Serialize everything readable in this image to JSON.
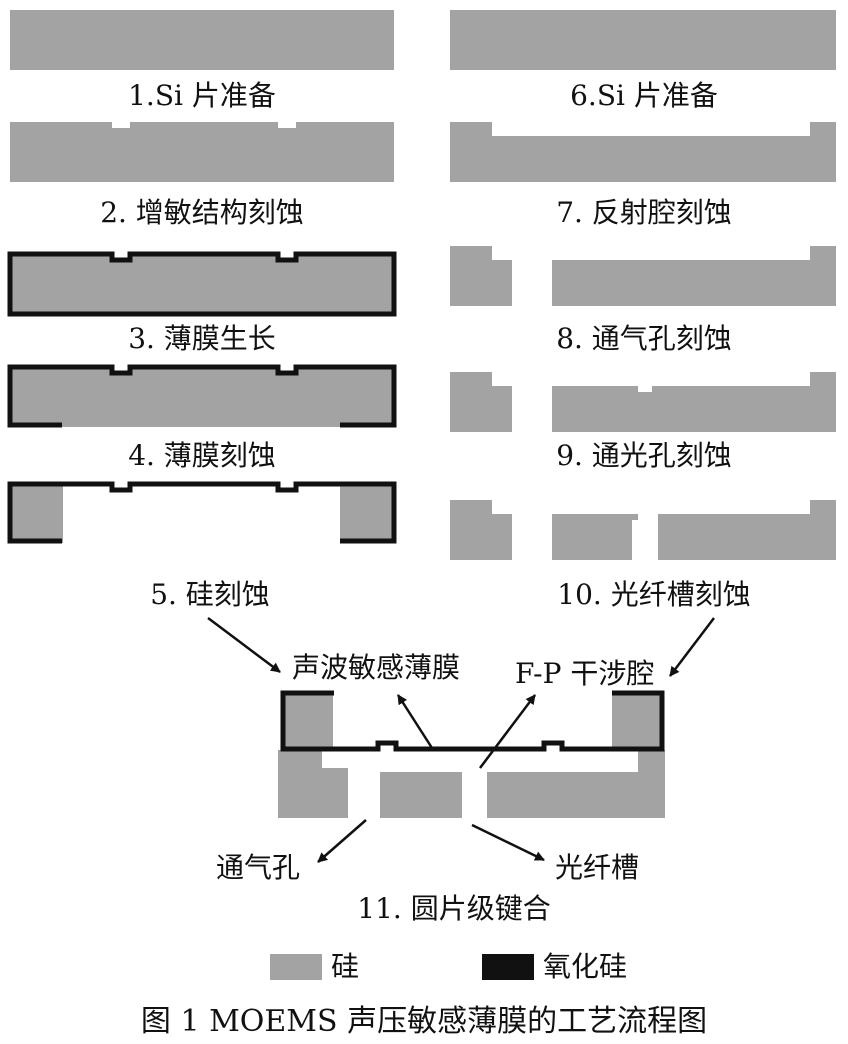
{
  "colors": {
    "silicon": "#a3a3a3",
    "oxide": "#111111",
    "text": "#111111"
  },
  "steps": {
    "s1": "1.Si 片准备",
    "s2": "2. 增敏结构刻蚀",
    "s3": "3. 薄膜生长",
    "s4": "4. 薄膜刻蚀",
    "s5": "5. 硅刻蚀",
    "s6": "6.Si 片准备",
    "s7": "7. 反射腔刻蚀",
    "s8": "8. 通气孔刻蚀",
    "s9": "9. 通光孔刻蚀",
    "s10": "10. 光纤槽刻蚀",
    "s11": "11. 圆片级键合"
  },
  "annotations": {
    "membrane": "声波敏感薄膜",
    "cavity": "F-P 干涉腔",
    "vent": "通气孔",
    "fiber_groove": "光纤槽"
  },
  "legend": {
    "silicon": "硅",
    "oxide": "氧化硅"
  },
  "caption": "图 1   MOEMS 声压敏感薄膜的工艺流程图"
}
